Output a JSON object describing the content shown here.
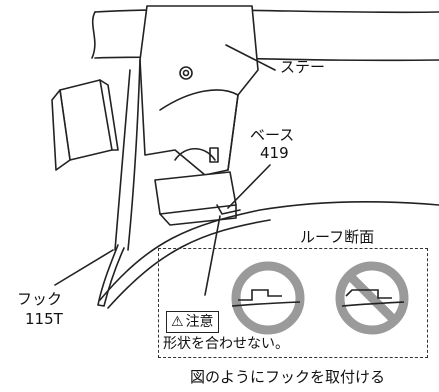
{
  "labels": {
    "stay": "ステー",
    "base_name": "ベース",
    "base_code": "419",
    "roof_section": "ルーフ断面",
    "hook_name": "フック",
    "hook_code": "115T",
    "caution_title": "注意",
    "caution_text": "形状を合わせない。",
    "caption": "図のようにフックを取付ける"
  },
  "icons": {
    "warning": "warning-triangle-icon",
    "ok": "circle-ok-icon",
    "ng": "prohibited-icon"
  },
  "colors": {
    "line": "#222222",
    "symbol_gray": "#9a9a9a"
  }
}
